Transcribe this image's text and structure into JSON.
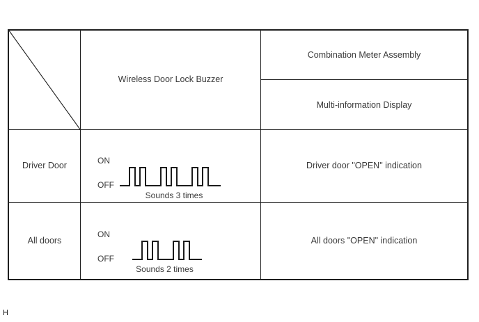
{
  "colors": {
    "line": "#1f1f1f",
    "text": "#3a3a3a",
    "background": "#ffffff"
  },
  "table": {
    "header": {
      "buzzer": "Wireless Door Lock Buzzer",
      "meter_top": "Combination Meter Assembly",
      "meter_bottom": "Multi-information Display"
    },
    "rows": [
      {
        "trigger": "Driver Door",
        "on_label": "ON",
        "off_label": "OFF",
        "caption": "Sounds 3 times",
        "beep_groups": 3,
        "pulses_per_group": 2,
        "indication": "Driver door \"OPEN\" indication"
      },
      {
        "trigger": "All doors",
        "on_label": "ON",
        "off_label": "OFF",
        "caption": "Sounds 2 times",
        "beep_groups": 2,
        "pulses_per_group": 2,
        "indication": "All doors \"OPEN\" indication"
      }
    ]
  },
  "footer": {
    "mark": "H"
  }
}
